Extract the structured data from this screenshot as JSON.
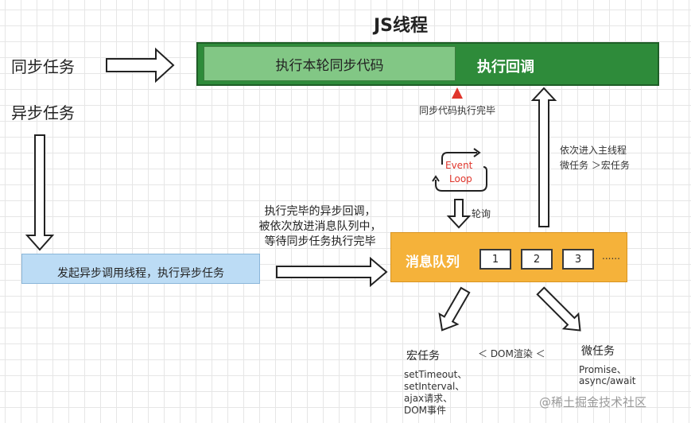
{
  "title": "JS线程",
  "labels": {
    "sync_tasks": "同步任务",
    "async_tasks": "异步任务"
  },
  "js_thread": {
    "sync_code": "执行本轮同步代码",
    "callback": "执行回调"
  },
  "annotations": {
    "sync_done": "同步代码执行完毕",
    "event_loop_line1": "Event",
    "event_loop_line2": "Loop",
    "polling": "轮询",
    "enter_main_line1": "依次进入主线程",
    "enter_main_line2": "微任务 ＞宏任务",
    "callback_queue_line1": "执行完毕的异步回调，",
    "callback_queue_line2": "被依次放进消息队列中，",
    "callback_queue_line3": "等待同步任务执行完毕",
    "dom_render": "＜ DOM渲染 ＜"
  },
  "async_box": "发起异步调用线程，执行异步任务",
  "queue": {
    "label": "消息队列",
    "slots": [
      "1",
      "2",
      "3"
    ],
    "more": "......"
  },
  "macro": {
    "title": "宏任务",
    "items": [
      "setTimeout、",
      "setInterval、",
      "ajax请求、",
      "DOM事件"
    ]
  },
  "micro": {
    "title": "微任务",
    "items": [
      "Promise、",
      "async/await"
    ]
  },
  "watermark": "@稀土掘金技术社区",
  "colors": {
    "js_thread": "#2e8b3a",
    "sync_code": "#82c785",
    "async_box": "#bcdcf5",
    "queue": "#f5b23a",
    "event_loop_text": "#e0362c",
    "marker": "#e0362c"
  }
}
